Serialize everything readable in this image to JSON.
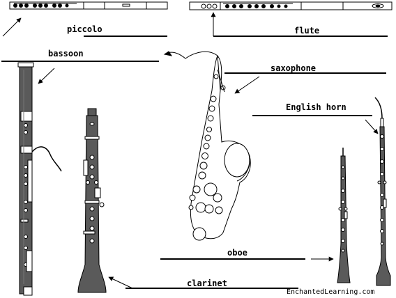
{
  "labels": {
    "piccolo": "piccolo",
    "flute": "flute",
    "bassoon": "bassoon",
    "saxophone": "saxophone",
    "english_horn": "English horn",
    "oboe": "oboe",
    "clarinet": "clarinet"
  },
  "credit": "EnchantedLearning.com",
  "colors": {
    "ink": "#000000",
    "wood": "#5a5a5a",
    "paper": "#ffffff"
  }
}
